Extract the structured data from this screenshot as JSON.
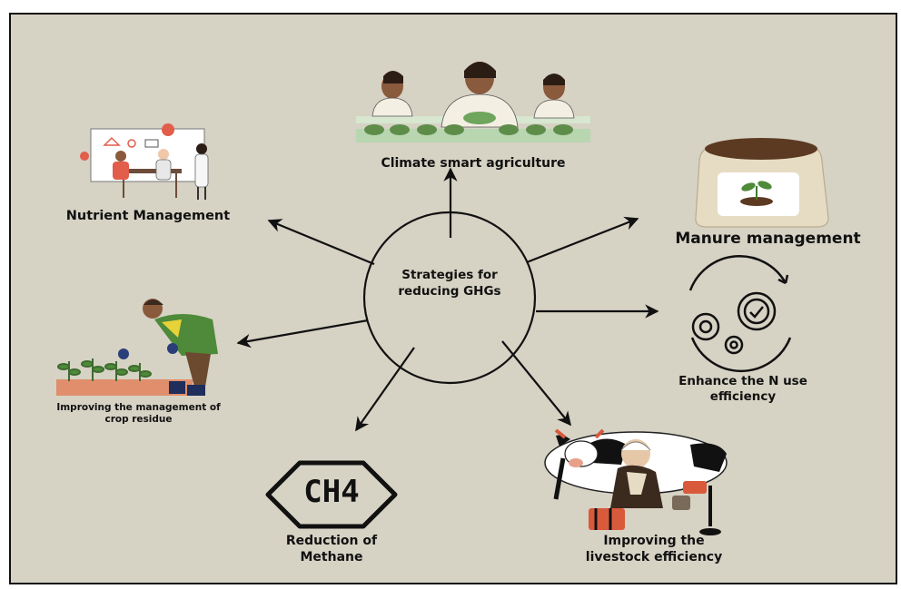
{
  "center": {
    "line1": "Strategies for",
    "line2": "reducing GHGs"
  },
  "nodes": {
    "climate_smart": "Climate smart agriculture",
    "nutrient": "Nutrient Management",
    "manure": "Manure management",
    "n_use_1": "Enhance the N use",
    "n_use_2": "efficiency",
    "crop_residue_1": "Improving the management of",
    "crop_residue_2": "crop residue",
    "methane_1": "Reduction of",
    "methane_2": "Methane",
    "livestock_1": "Improving the",
    "livestock_2": "livestock efficiency",
    "ch4": "CH4"
  },
  "colors": {
    "background": "#d6d2c4",
    "ink": "#111111",
    "green": "#4e7a3a",
    "skin": "#8a5a3c",
    "cream": "#e6dcc4",
    "red": "#d95a3b",
    "blue": "#2a3f7a"
  },
  "icons": [
    "scientists-illustration",
    "meeting-illustration",
    "manure-sack-illustration",
    "gears-icon",
    "gardener-illustration",
    "hexagon-icon",
    "cow-farmer-illustration"
  ]
}
